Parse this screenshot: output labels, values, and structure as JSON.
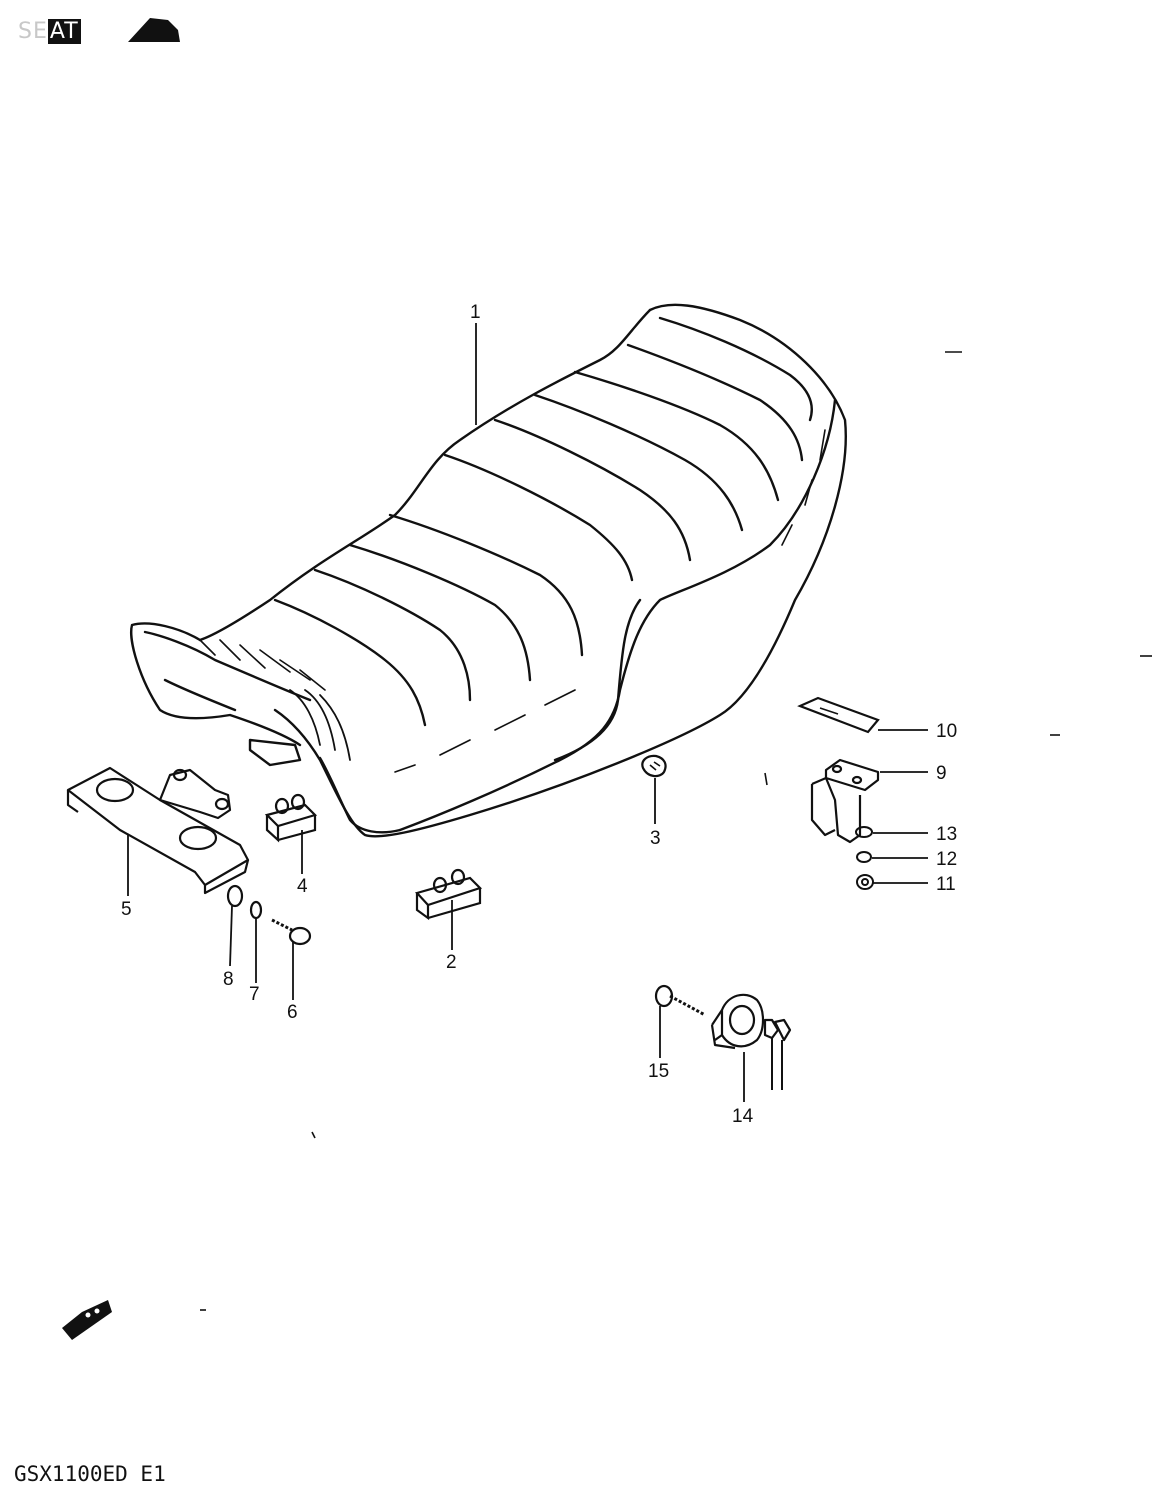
{
  "header": {
    "title_left": "SE",
    "title_inverted": "AT"
  },
  "parts": [
    {
      "id": "1",
      "name": "seat"
    },
    {
      "id": "2",
      "name": "cushion"
    },
    {
      "id": "3",
      "name": "cushion-small"
    },
    {
      "id": "4",
      "name": "cushion"
    },
    {
      "id": "5",
      "name": "seat-bracket"
    },
    {
      "id": "6",
      "name": "bolt"
    },
    {
      "id": "7",
      "name": "lock-washer"
    },
    {
      "id": "8",
      "name": "washer"
    },
    {
      "id": "9",
      "name": "hook"
    },
    {
      "id": "10",
      "name": "plate"
    },
    {
      "id": "11",
      "name": "nut"
    },
    {
      "id": "12",
      "name": "lock-washer"
    },
    {
      "id": "13",
      "name": "washer"
    },
    {
      "id": "14",
      "name": "seat-lock"
    },
    {
      "id": "15",
      "name": "screw"
    }
  ],
  "labels": {
    "l1": "1",
    "l2": "2",
    "l3": "3",
    "l4": "4",
    "l5": "5",
    "l6": "6",
    "l7": "7",
    "l8": "8",
    "l9": "9",
    "l10": "10",
    "l11": "11",
    "l12": "12",
    "l13": "13",
    "l14": "14",
    "l15": "15"
  },
  "footer": {
    "model_code": "GSX1100ED E1"
  },
  "colors": {
    "ink": "#111111",
    "paper": "#ffffff"
  }
}
